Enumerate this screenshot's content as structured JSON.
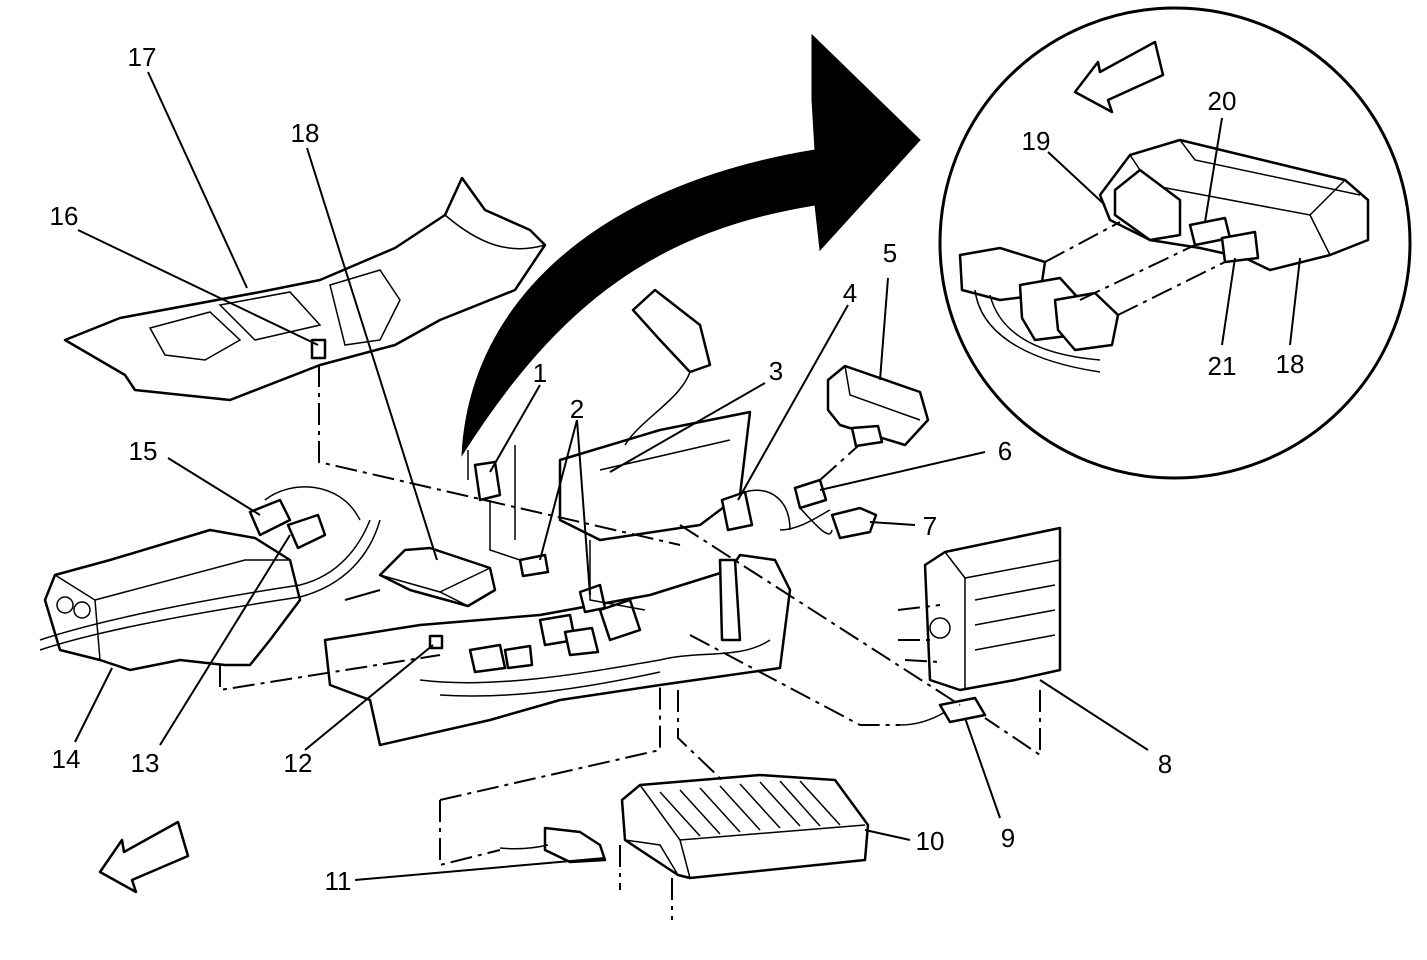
{
  "callouts": [
    {
      "id": "1",
      "text": "1"
    },
    {
      "id": "2",
      "text": "2"
    },
    {
      "id": "3",
      "text": "3"
    },
    {
      "id": "4",
      "text": "4"
    },
    {
      "id": "5",
      "text": "5"
    },
    {
      "id": "6",
      "text": "6"
    },
    {
      "id": "7",
      "text": "7"
    },
    {
      "id": "8",
      "text": "8"
    },
    {
      "id": "9",
      "text": "9"
    },
    {
      "id": "10",
      "text": "10"
    },
    {
      "id": "11",
      "text": "11"
    },
    {
      "id": "12",
      "text": "12"
    },
    {
      "id": "13",
      "text": "13"
    },
    {
      "id": "14",
      "text": "14"
    },
    {
      "id": "15",
      "text": "15"
    },
    {
      "id": "16",
      "text": "16"
    },
    {
      "id": "17",
      "text": "17"
    },
    {
      "id": "18",
      "text": "18"
    },
    {
      "id": "18b",
      "text": "18"
    },
    {
      "id": "19",
      "text": "19"
    },
    {
      "id": "20",
      "text": "20"
    },
    {
      "id": "21",
      "text": "21"
    }
  ],
  "icons": {
    "forward_arrow_main": "direction-arrow-icon",
    "forward_arrow_detail": "direction-arrow-icon",
    "detail_pointer": "curved-arrow-icon"
  },
  "colors": {
    "line": "#000000",
    "background": "#ffffff"
  }
}
